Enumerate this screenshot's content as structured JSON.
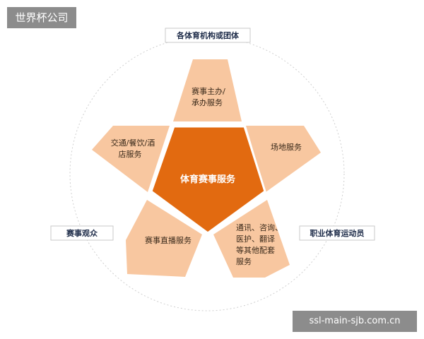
{
  "watermark_top_left": "世界杯公司",
  "watermark_bottom_right": "ssl-main-sjb.com.cn",
  "center": "体育赛事服务",
  "petals": {
    "top": [
      "赛事主办/",
      "承办服务"
    ],
    "upper_left": [
      "交通/餐饮/酒",
      "店服务"
    ],
    "upper_right": [
      "场地服务"
    ],
    "lower_left": [
      "赛事直播服务"
    ],
    "lower_right": [
      "通讯、咨询、",
      "医护、翻译",
      "等其他配套",
      "服务"
    ]
  },
  "labels": {
    "top": "各体育机构或团体",
    "left": "赛事观众",
    "right": "职业体育运动员"
  },
  "colors": {
    "center": "#e26a10",
    "petal": "#f8c7a0",
    "label_border": "#c9c9c9",
    "circle": "#cfcfcf"
  }
}
